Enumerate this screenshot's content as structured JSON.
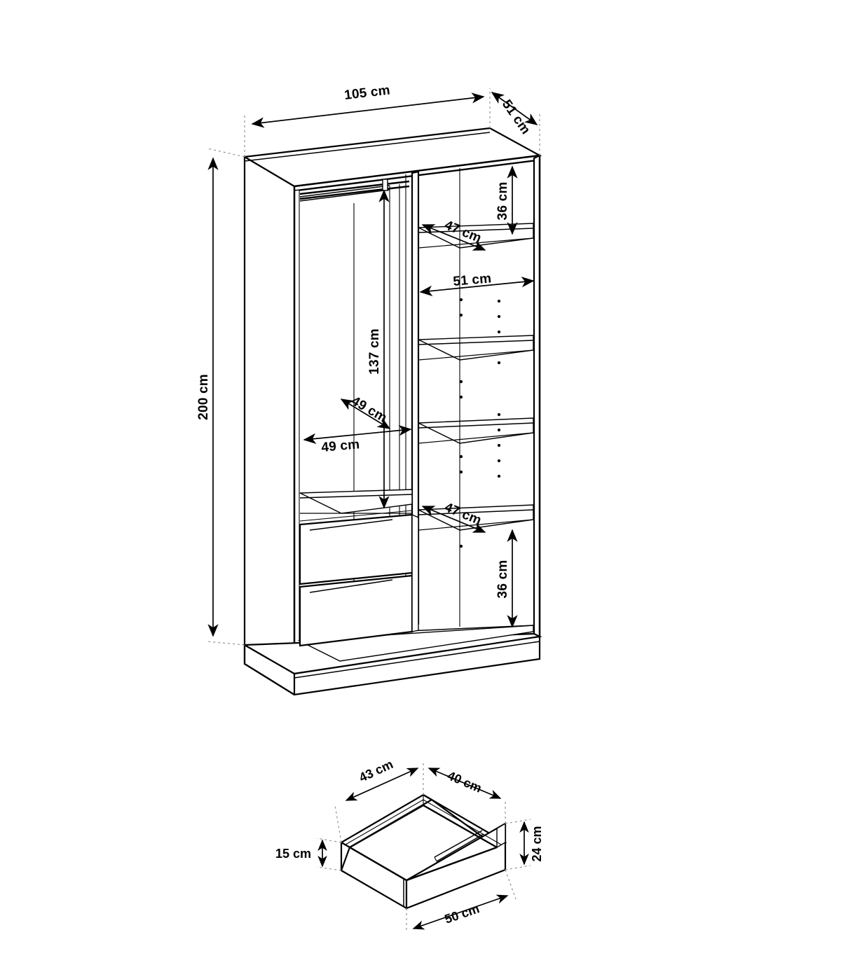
{
  "document": {
    "type": "technical-dimension-drawing",
    "subject": "wardrobe-with-drawers",
    "units": "cm",
    "background_color": "#ffffff",
    "line_color": "#000000",
    "extension_line_color": "#9a9a9a"
  },
  "wardrobe": {
    "name": "Wardrobe cabinet isometric cutaway",
    "dimensions": {
      "width_label": "105 cm",
      "depth_label": "51 cm",
      "height_label": "200 cm"
    },
    "interior": {
      "hanging_rail_height_label": "137 cm",
      "hanging_section_width_label": "49 cm",
      "hanging_section_depth_label": "49 cm",
      "shelf_width_label": "51 cm",
      "top_shelf_depth_label": "47 cm",
      "top_compartment_height_label": "36 cm",
      "lower_shelf_depth_label": "47 cm",
      "bottom_compartment_height_label": "36 cm"
    },
    "features": {
      "drawer_count": 2,
      "shelf_count": 4
    }
  },
  "drawer_detail": {
    "name": "Drawer box isometric detail",
    "dimensions": {
      "inner_depth_label": "43 cm",
      "inner_width_label": "40 cm",
      "inner_height_label": "15 cm",
      "front_height_label": "24 cm",
      "front_width_label": "50 cm"
    }
  },
  "labels": {
    "width_105": "105 cm",
    "depth_51": "51 cm",
    "height_200": "200 cm",
    "rail_137": "137 cm",
    "hang_49_a": "49 cm",
    "hang_49_b": "49 cm",
    "shelf_51": "51 cm",
    "shelf_depth_47_top": "47 cm",
    "shelf_depth_47_bottom": "47 cm",
    "comp_36_top": "36 cm",
    "comp_36_bottom": "36 cm",
    "drawer_43": "43 cm",
    "drawer_40": "40 cm",
    "drawer_15": "15 cm",
    "drawer_24": "24 cm",
    "drawer_50": "50 cm"
  }
}
